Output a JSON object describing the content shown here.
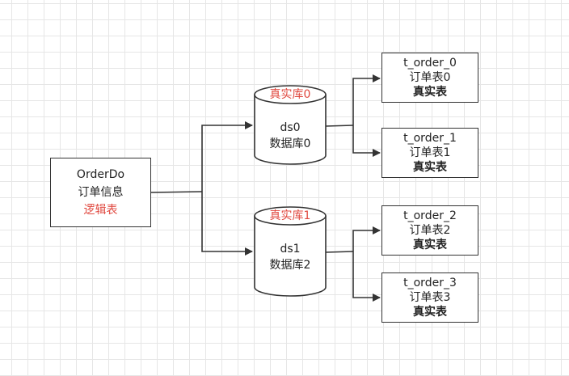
{
  "logical": {
    "name": "OrderDo",
    "desc": "订单信息",
    "tag": "逻辑表"
  },
  "databases": [
    {
      "label": "真实库0",
      "name": "ds0",
      "desc": "数据库0"
    },
    {
      "label": "真实库1",
      "name": "ds1",
      "desc": "数据库2"
    }
  ],
  "tables": [
    {
      "name": "t_order_0",
      "desc": "订单表0",
      "tag": "真实表"
    },
    {
      "name": "t_order_1",
      "desc": "订单表1",
      "tag": "真实表"
    },
    {
      "name": "t_order_2",
      "desc": "订单表2",
      "tag": "真实表"
    },
    {
      "name": "t_order_3",
      "desc": "订单表3",
      "tag": "真实表"
    }
  ],
  "colors": {
    "stroke": "#333333",
    "accent_red": "#e0483f"
  }
}
